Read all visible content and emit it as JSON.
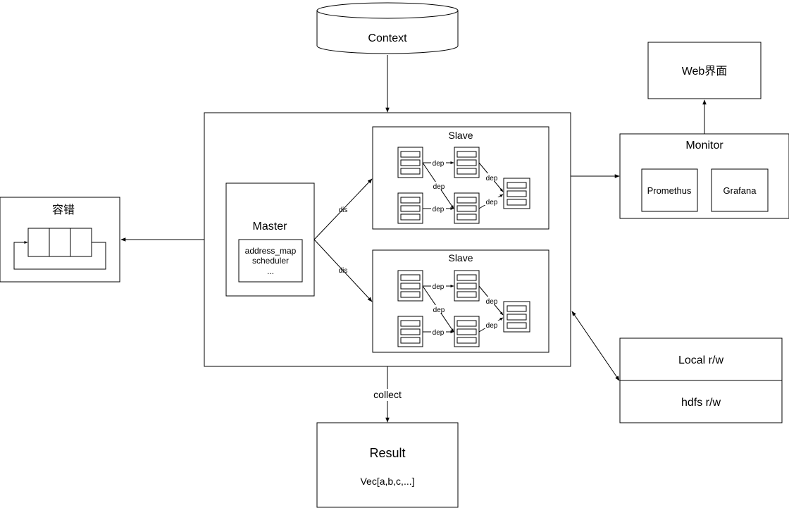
{
  "context": {
    "label": "Context"
  },
  "web_ui": {
    "label": "Web界面"
  },
  "monitor": {
    "label": "Monitor",
    "tools": [
      "Promethus",
      "Grafana"
    ]
  },
  "fault_tolerance": {
    "label": "容错"
  },
  "master": {
    "label": "Master",
    "details": [
      "address_map",
      "scheduler",
      "..."
    ]
  },
  "slaves": [
    {
      "label": "Slave",
      "dep_labels": [
        "dep",
        "dep",
        "dep",
        "dep",
        "dep"
      ]
    },
    {
      "label": "Slave",
      "dep_labels": [
        "dep",
        "dep",
        "dep",
        "dep",
        "dep"
      ]
    }
  ],
  "edges": {
    "dis_top": "dis",
    "dis_bottom": "dis",
    "collect": "collect"
  },
  "result": {
    "label": "Result",
    "value": "Vec[a,b,c,...]"
  },
  "storage": {
    "local": "Local r/w",
    "hdfs": "hdfs r/w"
  }
}
